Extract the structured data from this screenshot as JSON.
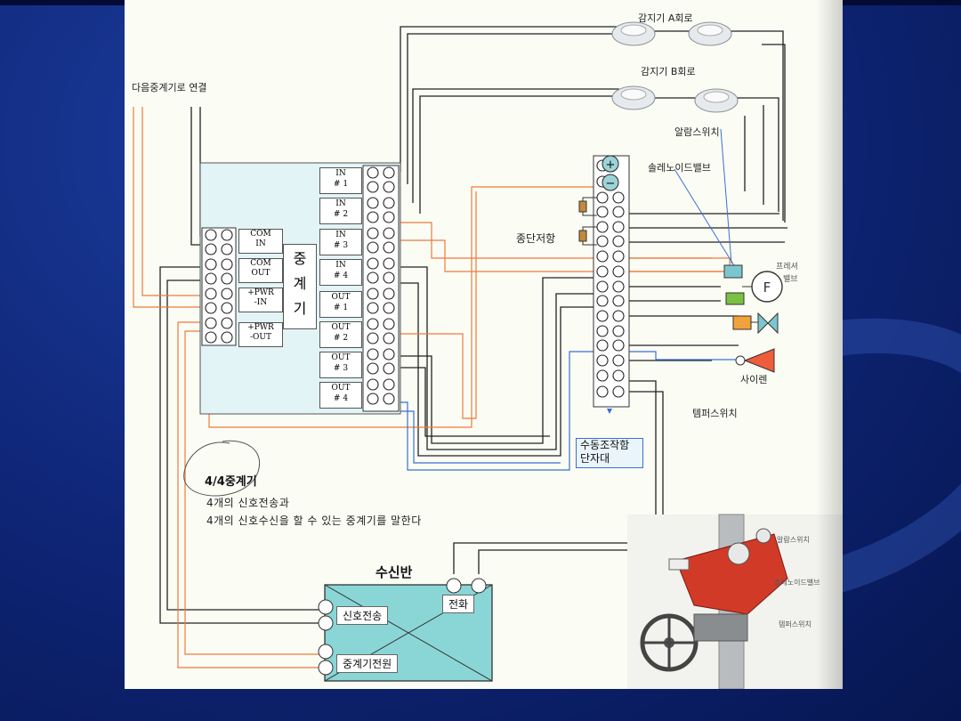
{
  "labels": {
    "detector_a": "감지기 A회로",
    "detector_b": "감지기 B회로",
    "next_relay": "다음중계기로 연결",
    "alarm_switch": "알람스위치",
    "solenoid_valve": "솔레노이드밸브",
    "end_resistor": "종단저항",
    "pressure_switch_1": "프레셔",
    "pressure_switch_2": "밸브",
    "siren": "사이렌",
    "tamper_switch": "템퍼스위치",
    "manual_terminal_1": "수동조작함",
    "manual_terminal_2": "단자대",
    "relay_vertical": [
      "중",
      "계",
      "기"
    ],
    "receiver_title": "수신반",
    "receiver_phone": "전화",
    "receiver_signal": "신호전송",
    "receiver_power": "중계기전원",
    "photo_alarm": "알람스위치",
    "photo_solenoid": "솔레노이드밸브",
    "photo_tamper": "템퍼스위치",
    "pump_symbol": "F"
  },
  "relay_left_terminals": [
    {
      "line1": "COM",
      "line2": "IN"
    },
    {
      "line1": "COM",
      "line2": "OUT"
    },
    {
      "line1": "+PWR",
      "line2": "-IN"
    },
    {
      "line1": "+PWR",
      "line2": "-OUT"
    }
  ],
  "relay_right_terminals": [
    {
      "line1": "IN",
      "line2": "# 1"
    },
    {
      "line1": "IN",
      "line2": "# 2"
    },
    {
      "line1": "IN",
      "line2": "# 3"
    },
    {
      "line1": "IN",
      "line2": "# 4"
    },
    {
      "line1": "OUT",
      "line2": "# 1"
    },
    {
      "line1": "OUT",
      "line2": "# 2"
    },
    {
      "line1": "OUT",
      "line2": "# 3"
    },
    {
      "line1": "OUT",
      "line2": "# 4"
    }
  ],
  "terminal_strip_symbols": [
    "+",
    "−"
  ],
  "description": {
    "title": "4/4중계기",
    "line1": "4개의 신호전송과",
    "line2": "4개의 신호수신을 할 수 있는 중계기를 말한다"
  },
  "colors": {
    "relay_panel": "#e3f4f6",
    "receiver_panel": "#8ad6d6",
    "wire_orange": "#ef7a3a",
    "wire_blue": "#3a6fd0",
    "wire_black": "#222222",
    "valve_red": "#d23a28"
  }
}
